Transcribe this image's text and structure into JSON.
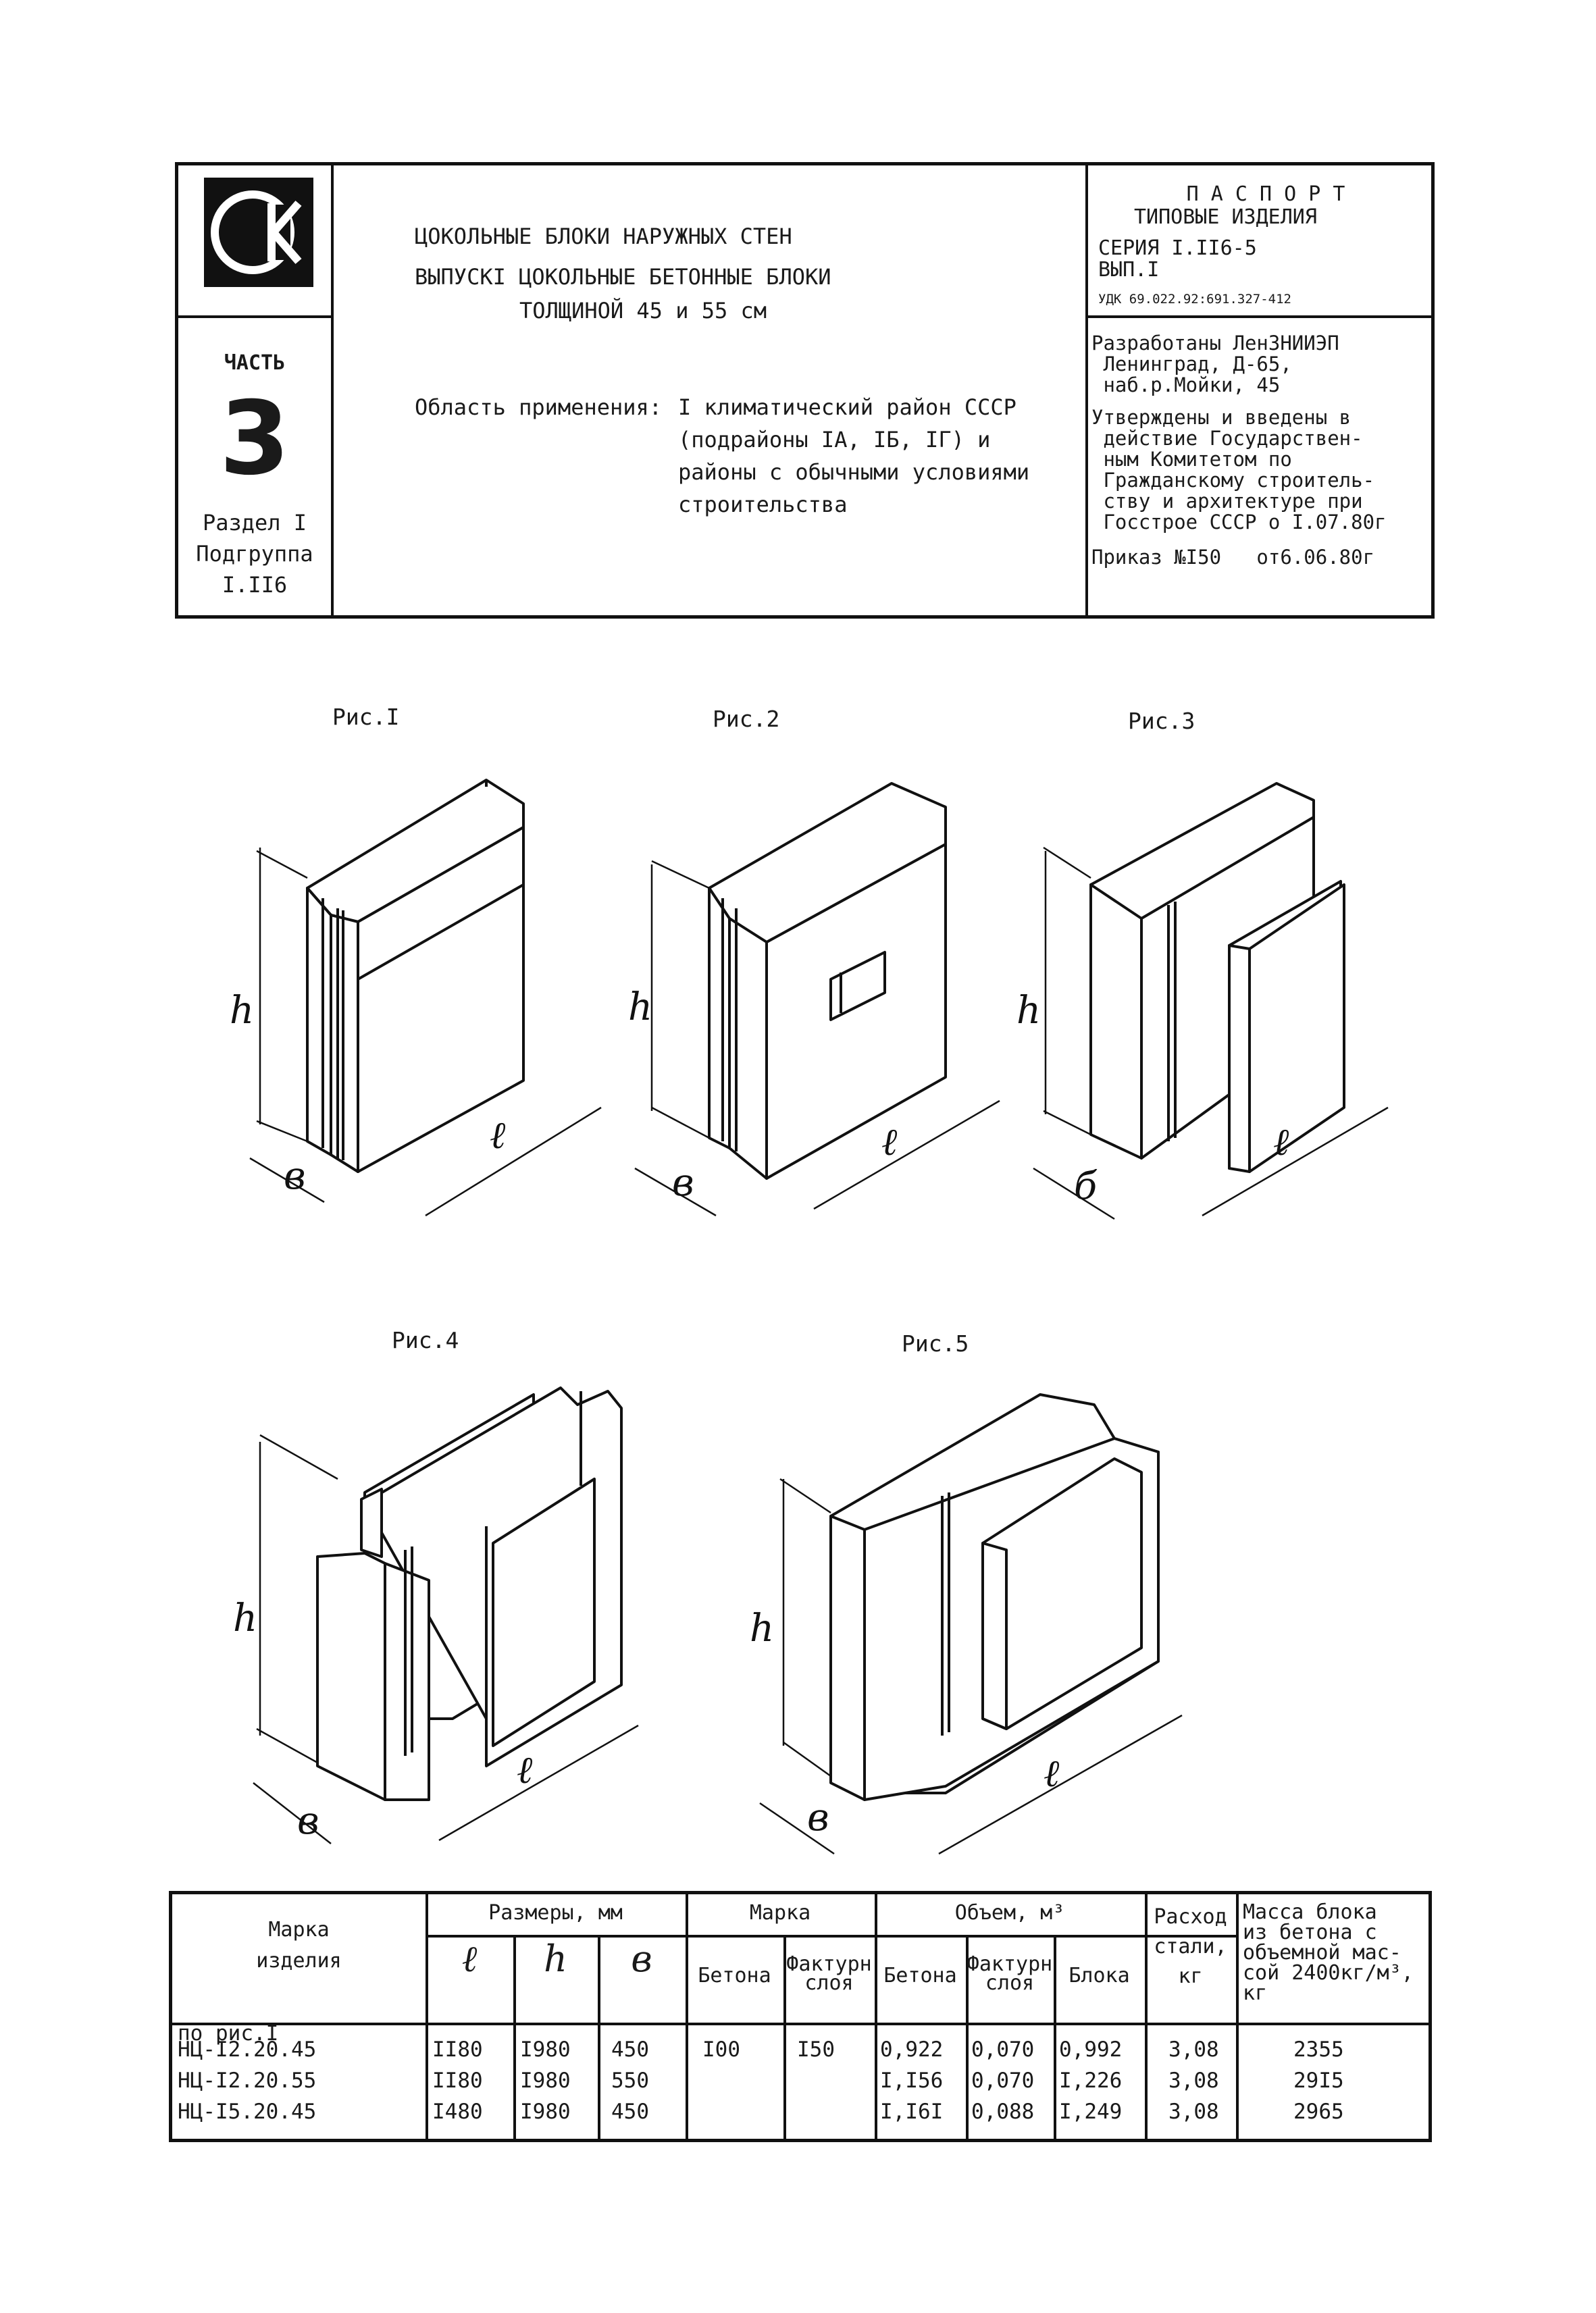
{
  "header": {
    "logo_text": "СК",
    "part_word": "ЧАСТЬ",
    "part_number": "3",
    "section": "Раздел I",
    "subgroup_label": "Подгруппа",
    "subgroup_value": "I.II6",
    "title_line1": "ЦОКОЛЬНЫЕ БЛОКИ НАРУЖНЫХ СТЕН",
    "title_line2": "ВЫПУСКI ЦОКОЛЬНЫЕ БЕТОННЫЕ БЛОКИ",
    "title_line3": "ТОЛЩИНОЙ 45 и 55 см",
    "area_label": "Область применения:",
    "area_line1": "I климатический район СССР",
    "area_line2": "(подрайоны IA, IБ, IГ) и",
    "area_line3": "районы с обычными условиями",
    "area_line4": "строительства",
    "passport": "П А С П О Р Т",
    "passport_type": "ТИПОВЫЕ ИЗДЕЛИЯ",
    "series": "СЕРИЯ I.II6-5",
    "issue": "ВЫП.I",
    "udk": "УДК 69.022.92:691.327-412",
    "developed": "Разработаны ЛенЗНИИЭП\n Ленинград, Д-65,\n наб.р.Мойки, 45",
    "approved": "Утверждены и введены в\n действие Государствен-\n ным Комитетом по\n Гражданскому строитель-\n ству и архитектуре при\n Госстрое СССР о I.07.80г",
    "order": "Приказ №I50   от6.06.80г"
  },
  "figures": [
    {
      "label": "Рис.I"
    },
    {
      "label": "Рис.2"
    },
    {
      "label": "Рис.3"
    },
    {
      "label": "Рис.4"
    },
    {
      "label": "Рис.5"
    }
  ],
  "dims": {
    "h": "h",
    "l": "ℓ",
    "b": "в",
    "b3": "б"
  },
  "table": {
    "col_mark": "Марка\nизделия",
    "col_sizes": "Размеры, мм",
    "col_l": "ℓ",
    "col_h": "h",
    "col_b": "в",
    "col_grade": "Марка",
    "col_grade_concrete": "Бетона",
    "col_grade_facing": "Фактурн\nслоя",
    "col_volume": "Объем, м³",
    "col_vol_concrete": "Бетона",
    "col_vol_facing": "Фактурн\nслоя",
    "col_vol_block": "Блока",
    "col_steel": "Расход\nстали,\nкг",
    "col_mass": "Масса блока\nиз бетона с\nобъемной мас-\nсой 2400кг/м³,\nкг",
    "group_note": "по рис.I",
    "rows": [
      {
        "mark": "НЦ-I2.20.45",
        "l": "II80",
        "h": "I980",
        "b": "450",
        "grade_concrete": "I00",
        "grade_facing": "I50",
        "vol_concrete": "0,922",
        "vol_facing": "0,070",
        "vol_block": "0,992",
        "steel": "3,08",
        "mass": "2355"
      },
      {
        "mark": "НЦ-I2.20.55",
        "l": "II80",
        "h": "I980",
        "b": "550",
        "grade_concrete": "",
        "grade_facing": "",
        "vol_concrete": "I,I56",
        "vol_facing": "0,070",
        "vol_block": "I,226",
        "steel": "3,08",
        "mass": "29I5"
      },
      {
        "mark": "НЦ-I5.20.45",
        "l": "I480",
        "h": "I980",
        "b": "450",
        "grade_concrete": "",
        "grade_facing": "",
        "vol_concrete": "I,I6I",
        "vol_facing": "0,088",
        "vol_block": "I,249",
        "steel": "3,08",
        "mass": "2965"
      }
    ]
  }
}
